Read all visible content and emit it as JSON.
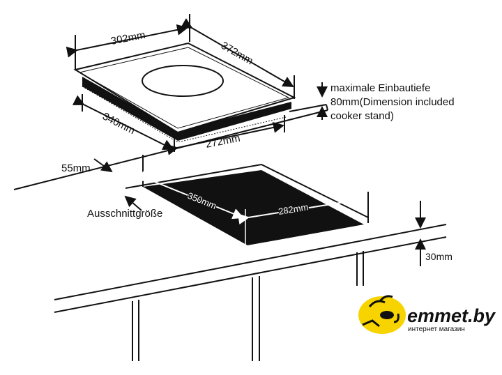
{
  "dimensions": {
    "width_top": "302mm",
    "depth_top": "372mm",
    "width_body": "340mm",
    "depth_body": "272mm",
    "offset": "55mm",
    "cutout_width": "350mm",
    "cutout_depth": "282mm",
    "counter_thickness": "30mm"
  },
  "notes": {
    "depth_line1": "maximale Einbautiefe",
    "depth_line2": "80mm(Dimension included",
    "depth_line3": "cooker stand)",
    "cutout_label": "Ausschnittgröße"
  },
  "logo": {
    "name": "emmet.by",
    "tagline": "интернет магазин",
    "color": "#f7d400"
  }
}
